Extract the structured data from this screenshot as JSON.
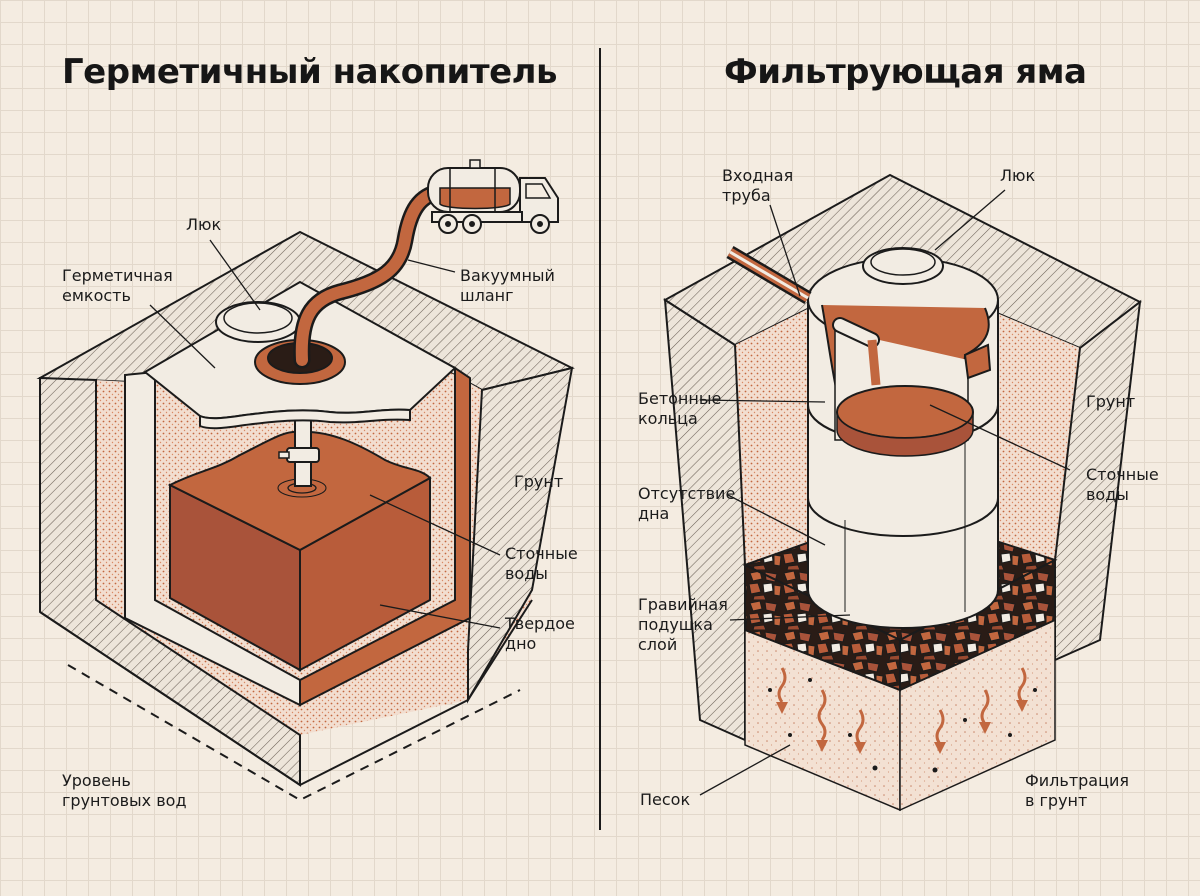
{
  "left": {
    "title": "Герметичный накопитель",
    "labels": {
      "hatch": "Люк",
      "tank_1": "Герметичная",
      "tank_2": "емкость",
      "hose_1": "Вакуумный",
      "hose_2": "шланг",
      "soil": "Грунт",
      "waste_1": "Сточные",
      "waste_2": "воды",
      "bottom_1": "Твердое",
      "bottom_2": "дно",
      "gw_1": "Уровень",
      "gw_2": "грунтовых вод"
    }
  },
  "right": {
    "title": "Фильтрующая яма",
    "labels": {
      "pipe_1": "Входная",
      "pipe_2": "труба",
      "hatch": "Люк",
      "rings_1": "Бетонные",
      "rings_2": "кольца",
      "soil": "Грунт",
      "waste_1": "Сточные",
      "waste_2": "воды",
      "nobottom_1": "Отсутствие",
      "nobottom_2": "дна",
      "gravel_1": "Гравийная",
      "gravel_2": "подушка",
      "gravel_3": "слой",
      "sand": "Песок",
      "filter_1": "Фильтрация",
      "filter_2": "в грунт"
    }
  },
  "colors": {
    "outline": "#1b1b1b",
    "terracotta": "#c2673f",
    "sewage_dark": "#a0492a",
    "concrete": "#f2ece3",
    "background": "#f4ece1"
  }
}
